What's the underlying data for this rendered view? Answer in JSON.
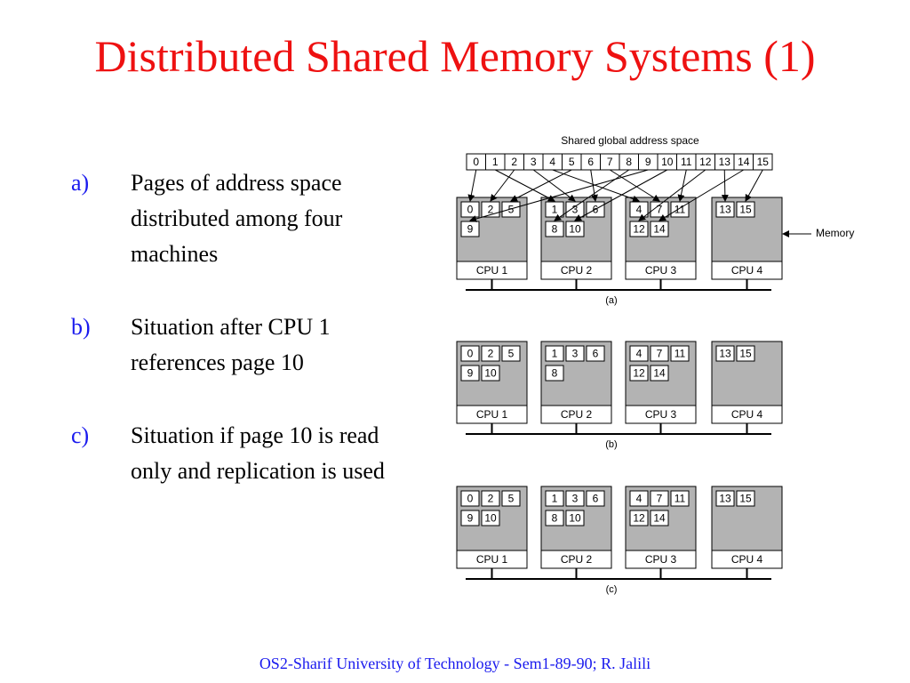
{
  "title": "Distributed Shared Memory Systems (1)",
  "bullets": [
    {
      "marker": "a)",
      "text": "Pages of address space distributed among four machines"
    },
    {
      "marker": "b)",
      "text": "Situation after CPU 1 references page 10"
    },
    {
      "marker": "c)",
      "text": "Situation if page 10 is read only and replication is used"
    }
  ],
  "diagram": {
    "address_space_label": "Shared global address space",
    "address_pages": [
      "0",
      "1",
      "2",
      "3",
      "4",
      "5",
      "6",
      "7",
      "8",
      "9",
      "10",
      "11",
      "12",
      "13",
      "14",
      "15"
    ],
    "memory_label": "Memory",
    "colors": {
      "memory_fill": "#b3b3b3",
      "page_fill": "#ffffff",
      "line": "#000000"
    },
    "panels": [
      {
        "caption": "(a)",
        "machines": [
          {
            "cpu_label": "CPU 1",
            "rows": [
              [
                "0",
                "2",
                "5"
              ],
              [
                "9"
              ]
            ]
          },
          {
            "cpu_label": "CPU 2",
            "rows": [
              [
                "1",
                "3",
                "6"
              ],
              [
                "8",
                "10"
              ]
            ]
          },
          {
            "cpu_label": "CPU 3",
            "rows": [
              [
                "4",
                "7",
                "11"
              ],
              [
                "12",
                "14"
              ]
            ]
          },
          {
            "cpu_label": "CPU 4",
            "rows": [
              [
                "13",
                "15"
              ]
            ]
          }
        ]
      },
      {
        "caption": "(b)",
        "machines": [
          {
            "cpu_label": "CPU 1",
            "rows": [
              [
                "0",
                "2",
                "5"
              ],
              [
                "9",
                "10"
              ]
            ]
          },
          {
            "cpu_label": "CPU 2",
            "rows": [
              [
                "1",
                "3",
                "6"
              ],
              [
                "8"
              ]
            ]
          },
          {
            "cpu_label": "CPU 3",
            "rows": [
              [
                "4",
                "7",
                "11"
              ],
              [
                "12",
                "14"
              ]
            ]
          },
          {
            "cpu_label": "CPU 4",
            "rows": [
              [
                "13",
                "15"
              ]
            ]
          }
        ]
      },
      {
        "caption": "(c)",
        "machines": [
          {
            "cpu_label": "CPU 1",
            "rows": [
              [
                "0",
                "2",
                "5"
              ],
              [
                "9",
                "10"
              ]
            ]
          },
          {
            "cpu_label": "CPU 2",
            "rows": [
              [
                "1",
                "3",
                "6"
              ],
              [
                "8",
                "10"
              ]
            ]
          },
          {
            "cpu_label": "CPU 3",
            "rows": [
              [
                "4",
                "7",
                "11"
              ],
              [
                "12",
                "14"
              ]
            ]
          },
          {
            "cpu_label": "CPU 4",
            "rows": [
              [
                "13",
                "15"
              ]
            ]
          }
        ]
      }
    ]
  },
  "footer": "OS2-Sharif University of Technology -  Sem1-89-90; R. Jalili"
}
